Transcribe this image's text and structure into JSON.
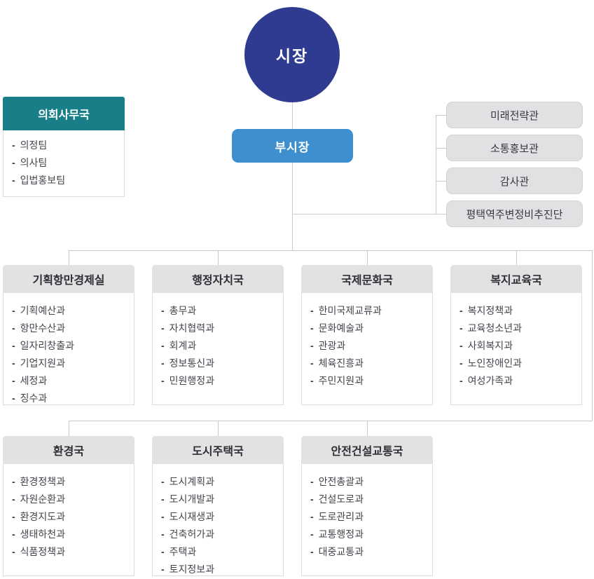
{
  "colors": {
    "mayor_circle": "#2f3b90",
    "vice_mayor": "#3f8ecd",
    "council_header": "#187f89",
    "dept_header": "#e2e2e2",
    "staff_box": "#e1e1e3",
    "connector": "#c9c9c9"
  },
  "mayor": {
    "label": "시장"
  },
  "vice_mayor": {
    "label": "부시장"
  },
  "council": {
    "title": "의회사무국",
    "items": [
      "의정팀",
      "의사팀",
      "입법홍보팀"
    ]
  },
  "staff_offices": [
    "미래전략관",
    "소통홍보관",
    "감사관",
    "평택역주변정비추진단"
  ],
  "departments_row1": [
    {
      "title": "기획항만경제실",
      "items": [
        "기획예산과",
        "항만수산과",
        "일자리창출과",
        "기업지원과",
        "세정과",
        "징수과"
      ]
    },
    {
      "title": "행정자치국",
      "items": [
        "총무과",
        "자치협력과",
        "회계과",
        "정보통신과",
        "민원행정과"
      ]
    },
    {
      "title": "국제문화국",
      "items": [
        "한미국제교류과",
        "문화예술과",
        "관광과",
        "체육진흥과",
        "주민지원과"
      ]
    },
    {
      "title": "복지교육국",
      "items": [
        "복지정책과",
        "교육청소년과",
        "사회복지과",
        "노인장애인과",
        "여성가족과"
      ]
    }
  ],
  "departments_row2": [
    {
      "title": "환경국",
      "items": [
        "환경정책과",
        "자원순환과",
        "환경지도과",
        "생태하천과",
        "식품정책과"
      ]
    },
    {
      "title": "도시주택국",
      "items": [
        "도시계획과",
        "도시개발과",
        "도시재생과",
        "건축허가과",
        "주택과",
        "토지정보과"
      ]
    },
    {
      "title": "안전건설교통국",
      "items": [
        "안전총괄과",
        "건설도로과",
        "도로관리과",
        "교통행정과",
        "대중교통과"
      ]
    }
  ]
}
